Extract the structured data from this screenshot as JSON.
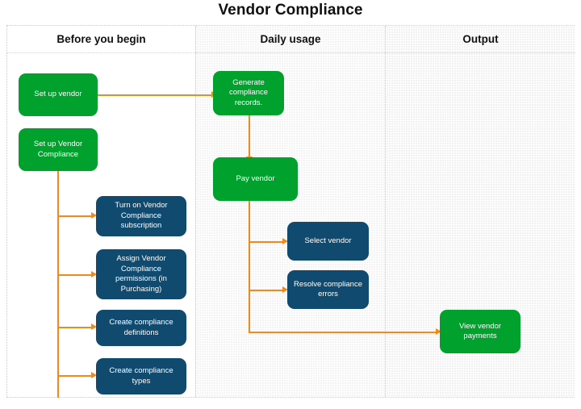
{
  "title": "Vendor Compliance",
  "colors": {
    "green": "#00a12c",
    "navy": "#104a6e",
    "connector": "#f08a1d",
    "lane_shaded": "#f1f1f1",
    "lane_plain": "#ffffff",
    "title_text": "#111111"
  },
  "lanes": [
    {
      "id": "before-you-begin",
      "label": "Before you begin"
    },
    {
      "id": "daily-usage",
      "label": "Daily usage"
    },
    {
      "id": "output",
      "label": "Output"
    }
  ],
  "nodes": [
    {
      "id": "set-up-vendor",
      "lane": "before-you-begin",
      "style": "green",
      "label": "Set up vendor"
    },
    {
      "id": "set-up-vendor-compliance",
      "lane": "before-you-begin",
      "style": "green",
      "label": "Set up Vendor Compliance"
    },
    {
      "id": "turn-on-subscription",
      "lane": "before-you-begin",
      "style": "navy",
      "label": "Turn on Vendor Compliance subscription"
    },
    {
      "id": "assign-permissions",
      "lane": "before-you-begin",
      "style": "navy",
      "label": "Assign Vendor Compliance permissions (in Purchasing)"
    },
    {
      "id": "create-compliance-definitions",
      "lane": "before-you-begin",
      "style": "navy",
      "label": "Create compliance definitions"
    },
    {
      "id": "create-compliance-types",
      "lane": "before-you-begin",
      "style": "navy",
      "label": "Create compliance types"
    },
    {
      "id": "generate-compliance-records",
      "lane": "daily-usage",
      "style": "green",
      "label": "Generate compliance records."
    },
    {
      "id": "pay-vendor",
      "lane": "daily-usage",
      "style": "green",
      "label": "Pay vendor"
    },
    {
      "id": "select-vendor",
      "lane": "daily-usage",
      "style": "navy",
      "label": "Select vendor"
    },
    {
      "id": "resolve-compliance-errors",
      "lane": "daily-usage",
      "style": "navy",
      "label": "Resolve compliance errors"
    },
    {
      "id": "view-vendor-payments",
      "lane": "output",
      "style": "green",
      "label": "View vendor payments"
    }
  ],
  "edges": [
    {
      "from": "set-up-vendor",
      "to": "generate-compliance-records"
    },
    {
      "from": "set-up-vendor-compliance",
      "to": "turn-on-subscription"
    },
    {
      "from": "set-up-vendor-compliance",
      "to": "assign-permissions"
    },
    {
      "from": "set-up-vendor-compliance",
      "to": "create-compliance-definitions"
    },
    {
      "from": "set-up-vendor-compliance",
      "to": "create-compliance-types"
    },
    {
      "from": "generate-compliance-records",
      "to": "pay-vendor"
    },
    {
      "from": "pay-vendor",
      "to": "select-vendor"
    },
    {
      "from": "pay-vendor",
      "to": "resolve-compliance-errors"
    },
    {
      "from": "pay-vendor",
      "to": "view-vendor-payments"
    }
  ]
}
